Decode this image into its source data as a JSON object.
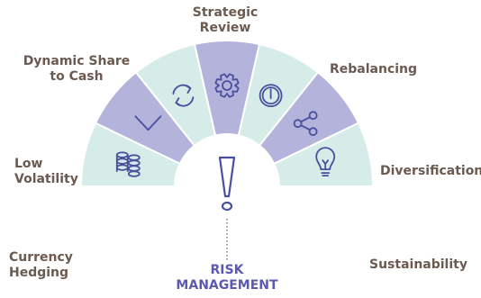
{
  "segments": [
    {
      "label_lines": [
        "Currency",
        "Hedging"
      ],
      "icon": "coins-stack-icon",
      "fill": "#d6ece8"
    },
    {
      "label_lines": [
        "Low",
        "Volatility"
      ],
      "icon": "chevron-down-icon",
      "fill": "#b3b3dc"
    },
    {
      "label_lines": [
        "Dynamic Share",
        "to Cash"
      ],
      "icon": "refresh-arrows-icon",
      "fill": "#d6ece8"
    },
    {
      "label_lines": [
        "Strategic",
        "Review"
      ],
      "icon": "gear-icon",
      "fill": "#b3b3dc"
    },
    {
      "label_lines": [
        "Rebalancing"
      ],
      "icon": "gauge-icon",
      "fill": "#d6ece8"
    },
    {
      "label_lines": [
        "Diversification"
      ],
      "icon": "share-nodes-icon",
      "fill": "#b3b3dc"
    },
    {
      "label_lines": [
        "Sustainability"
      ],
      "icon": "lightbulb-icon",
      "fill": "#d6ece8"
    }
  ],
  "center": {
    "title_lines": [
      "RISK",
      "MANAGEMENT"
    ],
    "icon": "exclamation-icon"
  },
  "colors": {
    "label_text": "#6b5a4f",
    "center_title": "#5a5ab2",
    "icon_stroke": "#4a4f9e"
  }
}
